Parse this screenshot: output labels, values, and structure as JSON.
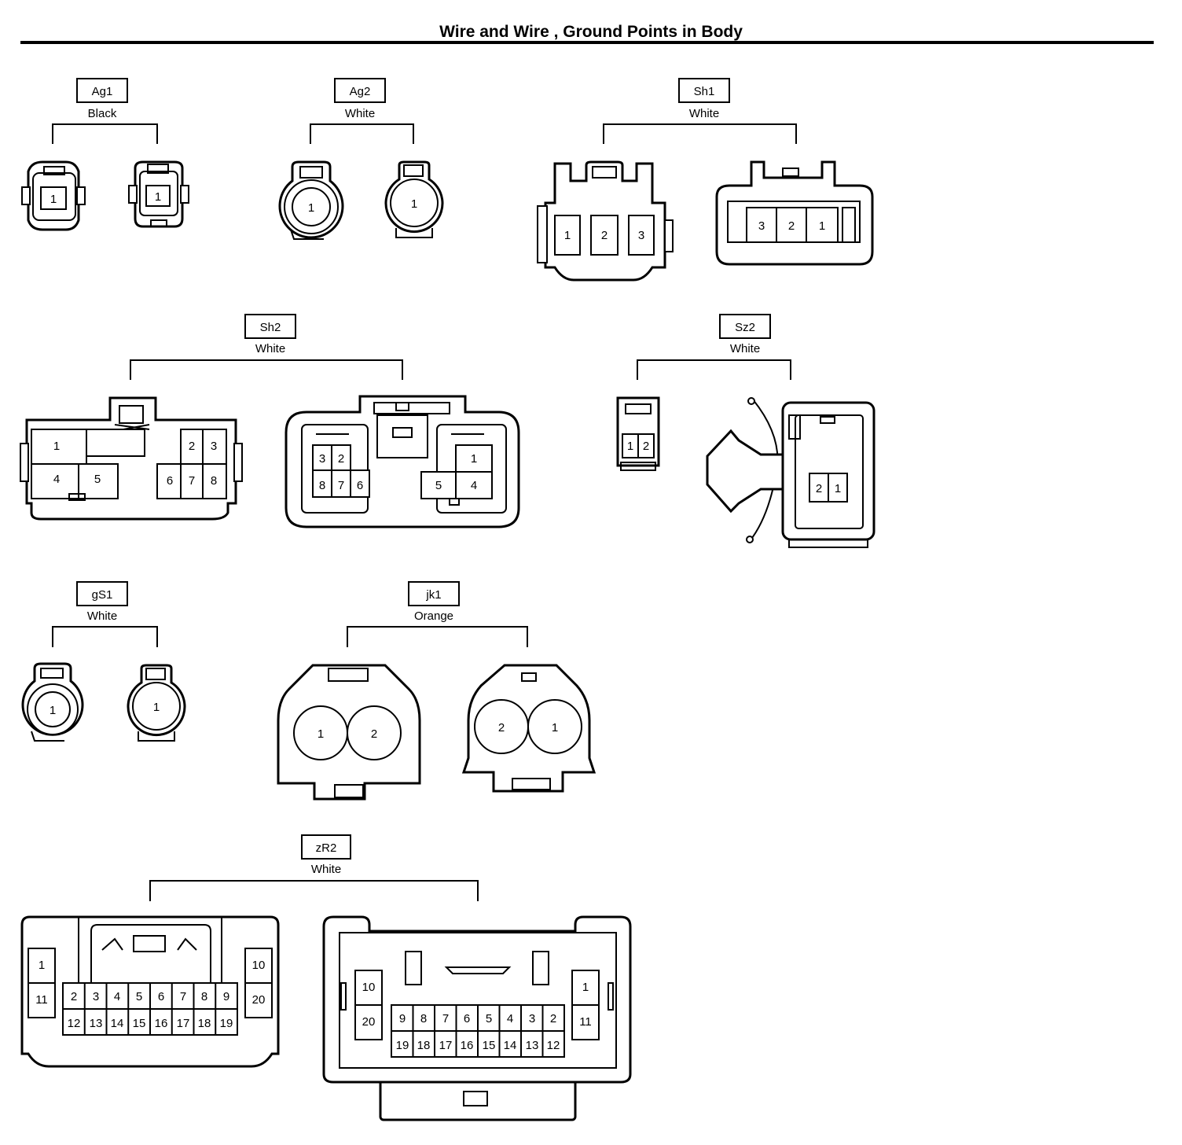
{
  "title": "Wire and Wire , Ground Points in Body",
  "connectors": {
    "ag1": {
      "code": "Ag1",
      "color": "Black",
      "pins_left": [
        "1"
      ],
      "pins_right": [
        "1"
      ]
    },
    "ag2": {
      "code": "Ag2",
      "color": "White",
      "pins_left": [
        "1"
      ],
      "pins_right": [
        "1"
      ]
    },
    "sh1": {
      "code": "Sh1",
      "color": "White",
      "pins_left": [
        "1",
        "2",
        "3"
      ],
      "pins_right": [
        "3",
        "2",
        "1"
      ]
    },
    "sh2": {
      "code": "Sh2",
      "color": "White",
      "pins_left": [
        "1",
        "4",
        "5",
        "2",
        "3",
        "6",
        "7",
        "8"
      ],
      "pins_right": [
        "3",
        "2",
        "8",
        "7",
        "6",
        "1",
        "5",
        "4"
      ]
    },
    "sz2": {
      "code": "Sz2",
      "color": "White",
      "pins_left": [
        "1",
        "2"
      ],
      "pins_right": [
        "2",
        "1"
      ]
    },
    "gs1": {
      "code": "gS1",
      "color": "White",
      "pins_left": [
        "1"
      ],
      "pins_right": [
        "1"
      ]
    },
    "jk1": {
      "code": "jk1",
      "color": "Orange",
      "pins_left": [
        "1",
        "2"
      ],
      "pins_right": [
        "2",
        "1"
      ]
    },
    "zr2": {
      "code": "zR2",
      "color": "White",
      "pins_left": [
        "1",
        "11",
        "10",
        "20",
        "2",
        "3",
        "4",
        "5",
        "6",
        "7",
        "8",
        "9",
        "12",
        "13",
        "14",
        "15",
        "16",
        "17",
        "18",
        "19"
      ],
      "pins_right": [
        "10",
        "20",
        "1",
        "11",
        "9",
        "8",
        "7",
        "6",
        "5",
        "4",
        "3",
        "2",
        "19",
        "18",
        "17",
        "16",
        "15",
        "14",
        "13",
        "12"
      ]
    }
  }
}
